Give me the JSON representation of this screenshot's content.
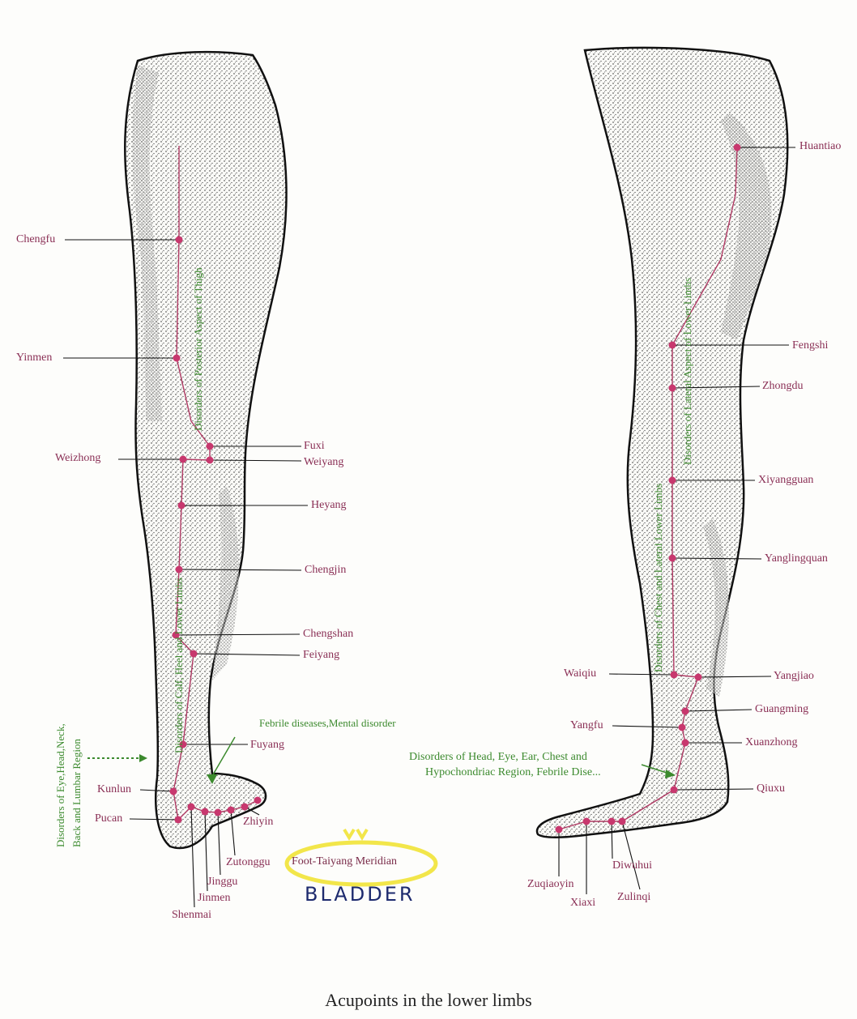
{
  "caption": "Acupoints in the lower limbs",
  "meridian_label": "Foot-Taiyang Meridian",
  "handwritten_note": "BLADDER",
  "colors": {
    "acupoint": "#c8386e",
    "meridian_line": "#b03a64",
    "label": "#8a2f55",
    "indication": "#3c8a2e",
    "skin_stipple": "#1a1a1a",
    "highlight_oval": "#f2e64a"
  },
  "left_leg": {
    "labels": [
      "Chengfu",
      "Yinmen",
      "Weizhong",
      "Fuxi",
      "Weiyang",
      "Heyang",
      "Chengjin",
      "Chengshan",
      "Feiyang",
      "Fuyang",
      "Kunlun",
      "Pucan",
      "Zhiyin",
      "Zutonggu",
      "Jinggu",
      "Jinmen",
      "Shenmai"
    ],
    "indications": {
      "thigh": "Disorders of Posterior Aspect of Thigh",
      "calf": "Disorders of Calf, Heel and Lower Limbs",
      "foot": "Febrile diseases,Mental disorder",
      "side_line1": "Disorders of Eye,Head,Neck,",
      "side_line2": "Back and Lumbar Region"
    }
  },
  "right_leg": {
    "labels": [
      "Huantiao",
      "Fengshi",
      "Zhongdu",
      "Xiyangguan",
      "Yanglingquan",
      "Waiqiu",
      "Yangjiao",
      "Yangfu",
      "Guangming",
      "Xuanzhong",
      "Qiuxu",
      "Zuqiaoyin",
      "Xiaxi",
      "Diwuhui",
      "Zulinqi"
    ],
    "indications": {
      "thigh": "Disorders of Lateral Aspect of Lower Limbs",
      "calf": "Disorders of Chest and Lateral Lower Limbs",
      "foot_line1": "Disorders of Head, Eye, Ear, Chest and",
      "foot_line2": "Hypochondriac Region, Febrile Dise..."
    }
  }
}
